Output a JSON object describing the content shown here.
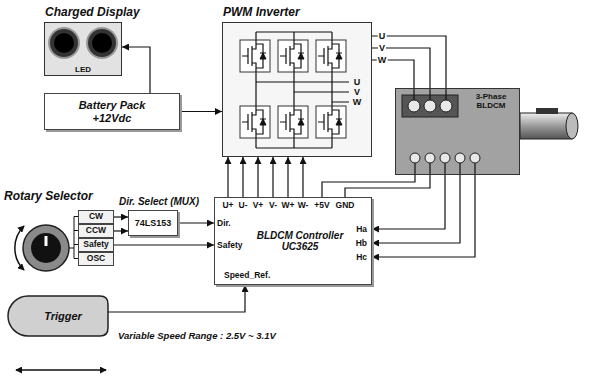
{
  "diagram": {
    "nodes": [
      {
        "text": [
          "Charged Display",
          "LED"
        ]
      },
      {
        "text": [
          "Battery Pack +12Vdc"
        ]
      },
      {
        "text": [
          "PWM Inverter"
        ]
      },
      {
        "text": [
          "3-Phase BLDCM"
        ]
      },
      {
        "text": [
          "Rotary Selector"
        ]
      },
      {
        "text": [
          "CW"
        ],
        "in": 4
      },
      {
        "text": [
          "CCW"
        ],
        "in": 4
      },
      {
        "text": [
          "Safety"
        ],
        "in": 4
      },
      {
        "text": [
          "OSC"
        ],
        "in": 4
      },
      {
        "text": [
          "Dir. Select (MUX)",
          "74LS153"
        ]
      },
      {
        "text": [
          "BLDCM Controller UC3625"
        ]
      },
      {
        "text": [
          "Trigger"
        ]
      }
    ],
    "edges": [
      {
        "from": 1,
        "to": 0,
        "arrow": "to"
      },
      {
        "from": 1,
        "to": 2,
        "arrow": "to"
      },
      {
        "from": 2,
        "to": 3,
        "label": "U",
        "arrow": "none"
      },
      {
        "from": 2,
        "to": 3,
        "label": "V",
        "arrow": "none"
      },
      {
        "from": 2,
        "to": 3,
        "label": "W",
        "arrow": "none"
      },
      {
        "from": 10,
        "to": 2,
        "arrow": "to"
      },
      {
        "from": 10,
        "to": 2,
        "arrow": "to"
      },
      {
        "from": 10,
        "to": 2,
        "arrow": "to"
      },
      {
        "from": 10,
        "to": 2,
        "arrow": "to"
      },
      {
        "from": 10,
        "to": 2,
        "arrow": "to"
      },
      {
        "from": 10,
        "to": 2,
        "arrow": "to"
      },
      {
        "from": 10,
        "to": 3,
        "arrow": "none"
      },
      {
        "from": 10,
        "to": 3,
        "arrow": "none"
      },
      {
        "from": 3,
        "to": 10,
        "arrow": "to"
      },
      {
        "from": 3,
        "to": 10,
        "arrow": "to"
      },
      {
        "from": 3,
        "to": 10,
        "arrow": "to"
      },
      {
        "from": 5,
        "to": 9,
        "arrow": "to"
      },
      {
        "from": 6,
        "to": 9,
        "arrow": "to"
      },
      {
        "from": 9,
        "to": 10,
        "arrow": "to"
      },
      {
        "from": 7,
        "to": 10,
        "arrow": "to"
      },
      {
        "from": 11,
        "to": 10,
        "arrow": "to"
      }
    ],
    "labels": [
      "U",
      "V",
      "W",
      "U+",
      "U-",
      "V+",
      "V-",
      "W+",
      "W-",
      "+5V",
      "GND",
      "Dir.",
      "Safety",
      "Ha",
      "Hb",
      "Hc",
      "Speed_Ref.",
      "Variable Speed Range : 2.5V ~ 3.1V"
    ]
  }
}
